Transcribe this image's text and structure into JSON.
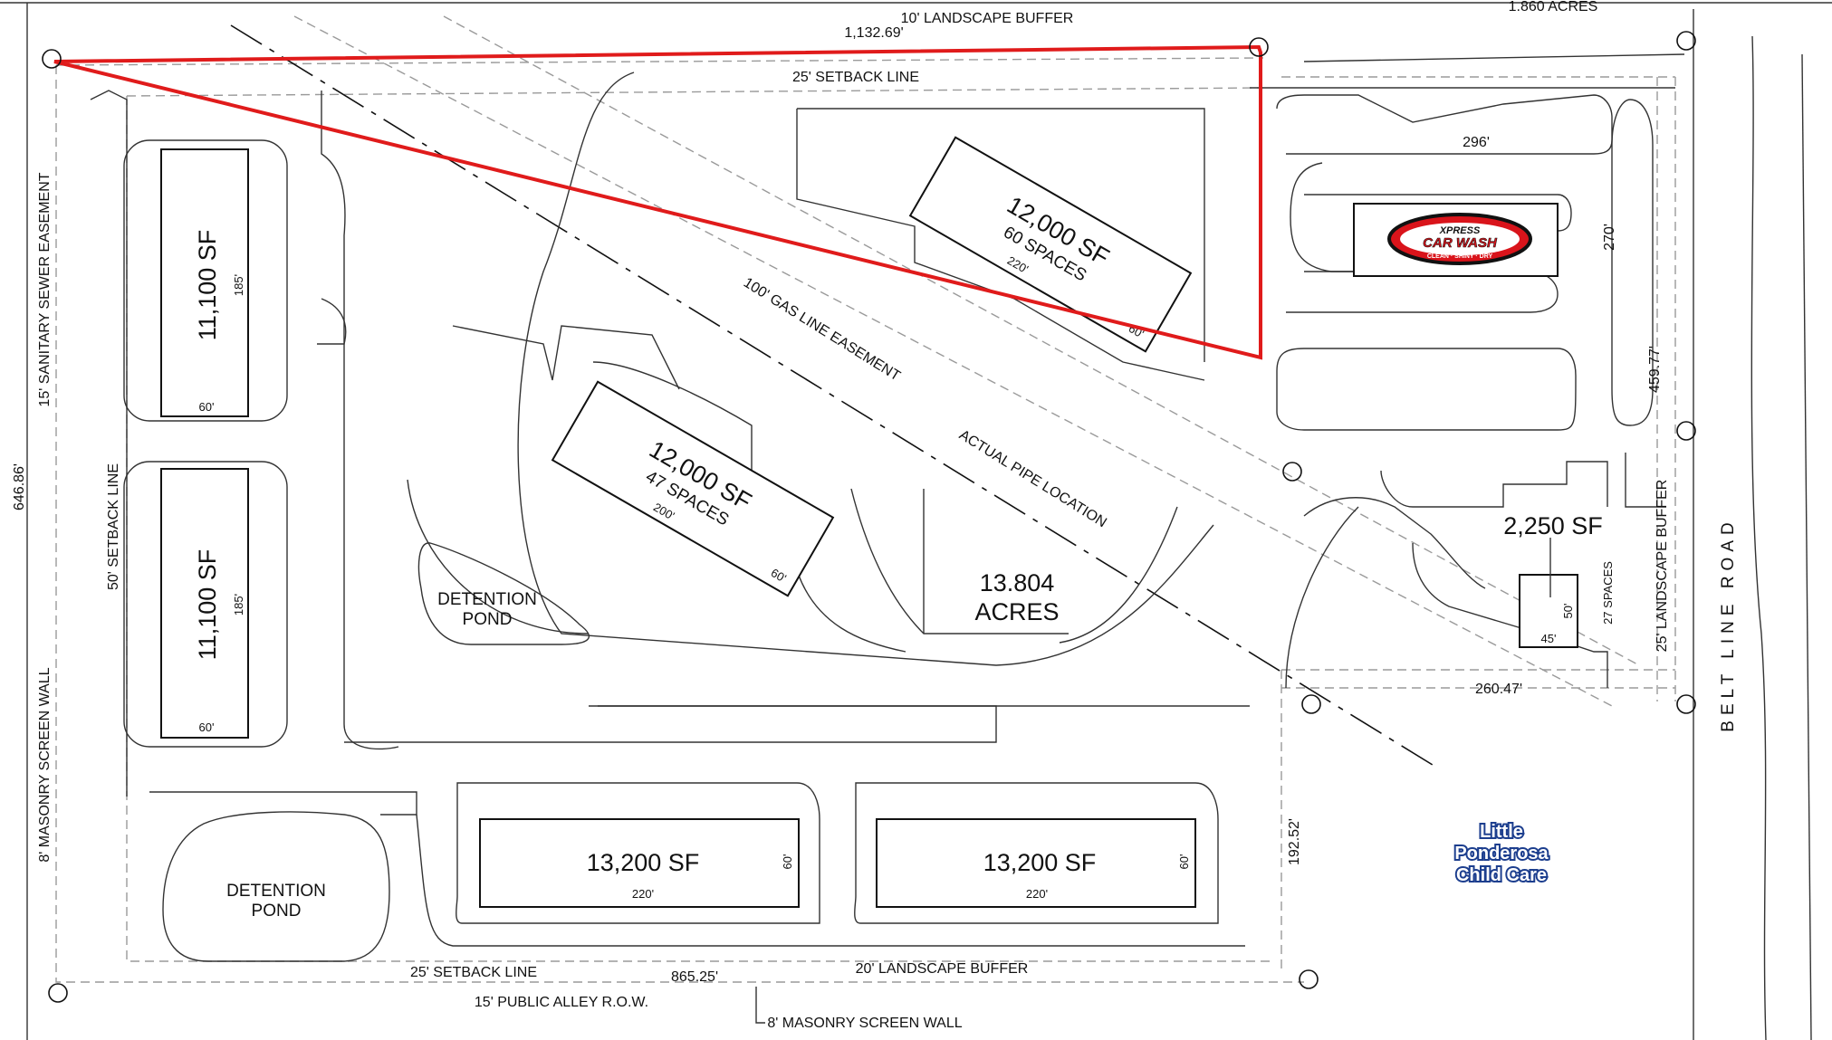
{
  "plan": {
    "top_acres": "1.860 ACRES",
    "main_acres": "13.804",
    "acres_word": "ACRES",
    "labels": {
      "landscape_buffer_top": "10' LANDSCAPE BUFFER",
      "setback_top": "25' SETBACK LINE",
      "sanitary_easement": "15' SANITARY SEWER EASEMENT",
      "setback_left": "50' SETBACK LINE",
      "masonry_wall_left": "8' MASONRY SCREEN WALL",
      "gas_easement": "100' GAS LINE EASEMENT",
      "pipe_location": "ACTUAL PIPE LOCATION",
      "setback_bottom": "25' SETBACK LINE",
      "landscape_buffer_bottom": "20' LANDSCAPE BUFFER",
      "alley": "15' PUBLIC ALLEY R.O.W.",
      "masonry_wall_bottom": "8' MASONRY SCREEN WALL",
      "landscape_buffer_right": "25' LANDSCAPE BUFFER",
      "road": "BELT LINE ROAD",
      "detention_pond": "DETENTION",
      "pond_word": "POND"
    },
    "dimensions": {
      "top_edge": "1,132.69'",
      "left_edge": "646.86'",
      "bottom_edge": "865.25'",
      "cut_horizontal": "260.47'",
      "cut_vertical": "192.52'",
      "right_edge": "459.77'",
      "carwash_width": "296'",
      "carwash_depth": "270'"
    },
    "buildings": {
      "left_top": {
        "sf": "11,100 SF",
        "depth": "185'",
        "width": "60'"
      },
      "left_bottom": {
        "sf": "11,100 SF",
        "depth": "185'",
        "width": "60'"
      },
      "top_center": {
        "sf": "12,000 SF",
        "spaces": "60 SPACES",
        "length": "220'",
        "depth": "60'"
      },
      "center": {
        "sf": "12,000 SF",
        "spaces": "47 SPACES",
        "length": "200'",
        "depth": "60'"
      },
      "bottom_left": {
        "sf": "13,200 SF",
        "length": "220'",
        "depth": "60'"
      },
      "bottom_right": {
        "sf": "13,200 SF",
        "length": "220'",
        "depth": "60'"
      },
      "pad": {
        "sf": "2,250 SF",
        "spaces": "27 SPACES",
        "depth": "50'",
        "width": "45'"
      }
    },
    "carwash_logo": {
      "line1": "XPRESS",
      "line2": "CAR WASH",
      "tagline": "CLEAN · SHINY · DRY"
    },
    "neighbor": {
      "line1": "Little",
      "line2": "Ponderosa",
      "line3": "Child Care"
    },
    "colors": {
      "property_line": "#e01b1b",
      "linework": "#333333",
      "setback_dash": "#9a9a9a",
      "child_care_text": "#1c3e8e"
    }
  }
}
